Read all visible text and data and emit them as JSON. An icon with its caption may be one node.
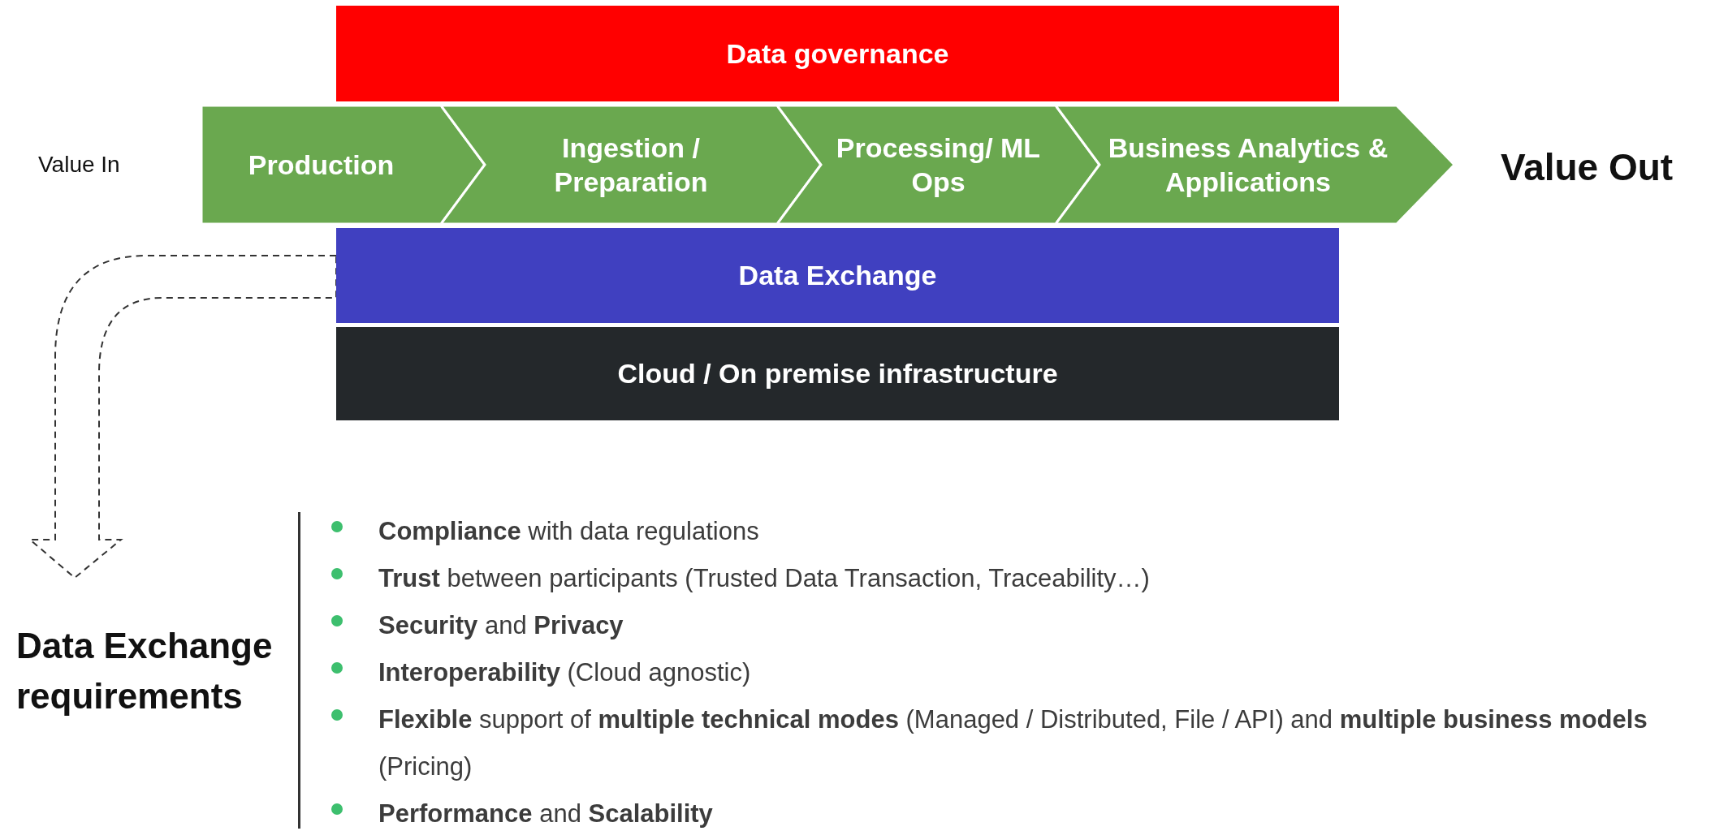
{
  "diagram": {
    "nodes": [
      {
        "text": [
          "Data governance"
        ]
      },
      {
        "text": [
          "Production"
        ]
      },
      {
        "text": [
          "Ingestion / Preparation"
        ]
      },
      {
        "text": [
          "Processing/ ML Ops"
        ]
      },
      {
        "text": [
          "Business Analytics & Applications"
        ]
      },
      {
        "text": [
          "Data Exchange"
        ]
      },
      {
        "text": [
          "Cloud / On premise infrastructure"
        ]
      },
      {
        "text": [
          "Data Exchange requirements"
        ]
      }
    ],
    "edges": [
      {
        "from": 5,
        "to": 7,
        "arrow": "to",
        "style": "dashed"
      }
    ],
    "labels": [
      "Value In",
      "Value Out",
      "**Compliance** with data regulations",
      "**Trust** between participants (Trusted Data Transaction, Traceability…)",
      "**Security** and **Privacy**",
      "**Interoperability** (Cloud agnostic)",
      "**Flexible** support of **multiple technical modes** (Managed / Distributed, File / API) and **multiple business models** (Pricing)",
      "**Performance** and **Scalability**"
    ]
  }
}
